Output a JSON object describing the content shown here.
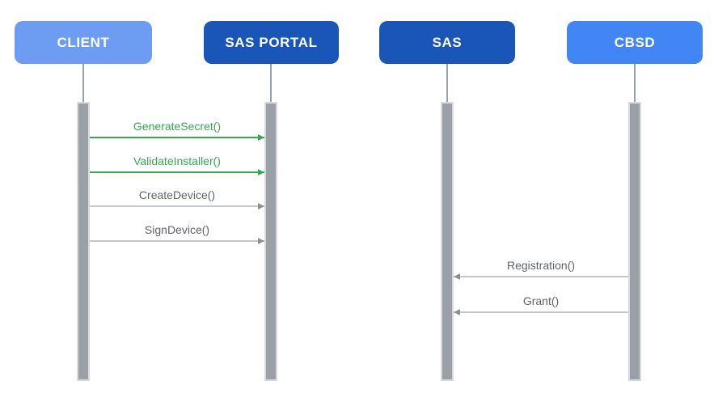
{
  "diagram": {
    "type": "sequence-diagram",
    "actors": [
      {
        "id": "client",
        "label": "CLIENT"
      },
      {
        "id": "sas-portal",
        "label": "SAS PORTAL"
      },
      {
        "id": "sas",
        "label": "SAS"
      },
      {
        "id": "cbsd",
        "label": "CBSD"
      }
    ],
    "messages": [
      {
        "label": "GenerateSecret()",
        "from": "CLIENT",
        "to": "SAS PORTAL",
        "direction": "right",
        "color": "green"
      },
      {
        "label": "ValidateInstaller()",
        "from": "CLIENT",
        "to": "SAS PORTAL",
        "direction": "right",
        "color": "green"
      },
      {
        "label": "CreateDevice()",
        "from": "CLIENT",
        "to": "SAS PORTAL",
        "direction": "right",
        "color": "gray"
      },
      {
        "label": "SignDevice()",
        "from": "CLIENT",
        "to": "SAS PORTAL",
        "direction": "right",
        "color": "gray"
      },
      {
        "label": "Registration()",
        "from": "CBSD",
        "to": "SAS",
        "direction": "left",
        "color": "gray"
      },
      {
        "label": "Grant()",
        "from": "CBSD",
        "to": "SAS",
        "direction": "left",
        "color": "gray"
      }
    ]
  },
  "colors": {
    "actor_light_blue": "#6d9cf3",
    "actor_bright_blue": "#4285f4",
    "actor_dark_blue": "#1a55b8",
    "green": "#34a853",
    "gray_text": "#5f6368",
    "gray_line": "#c3c7cb",
    "gray_head": "#8a9096",
    "bar_fill": "#9aa0a6",
    "bar_border": "#d7d9dc",
    "lifeline": "#9aa0a6"
  }
}
